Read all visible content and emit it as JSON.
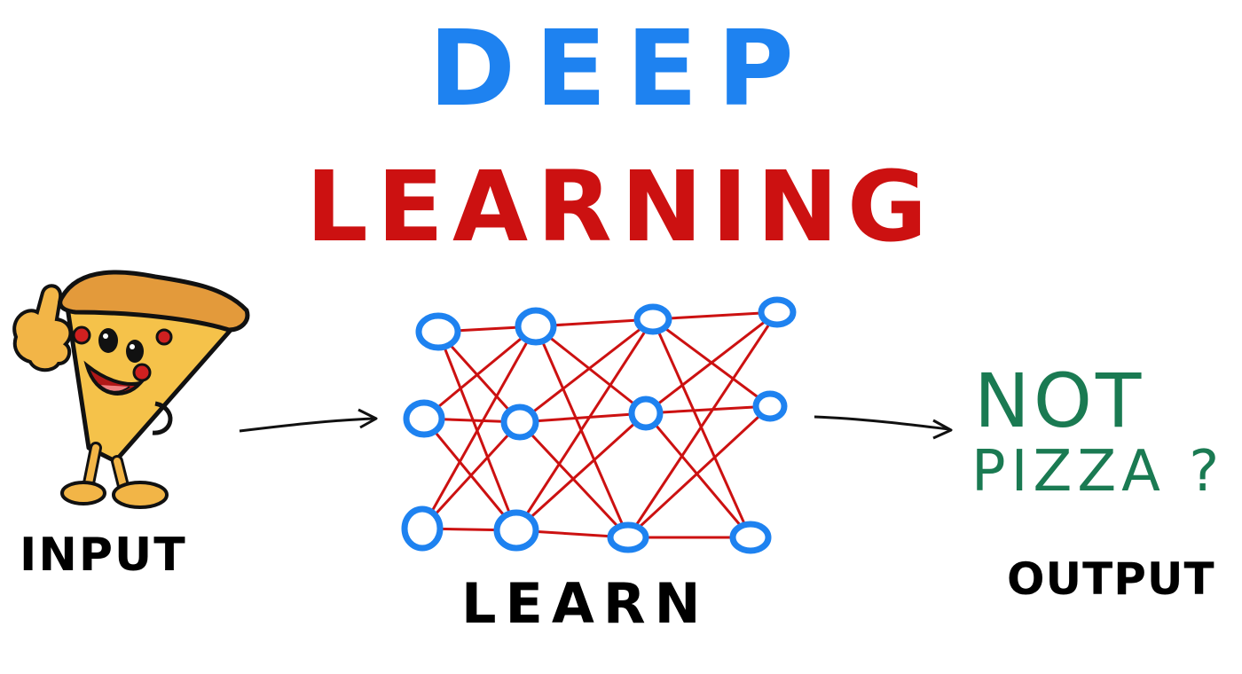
{
  "title": {
    "line1": "DEEP",
    "line2": "LEARNING",
    "line1_color": "#1e82f0",
    "line2_color": "#cc1111"
  },
  "input": {
    "label": "INPUT",
    "icon": "pizza-slice-mascot-icon"
  },
  "network": {
    "label": "LEARN",
    "node_color": "#1e82f0",
    "edge_color": "#cc1111"
  },
  "output": {
    "label": "OUTPUT",
    "result_line1": "NOT",
    "result_line2": "PIZZA ?",
    "result_color": "#1a7a52"
  }
}
